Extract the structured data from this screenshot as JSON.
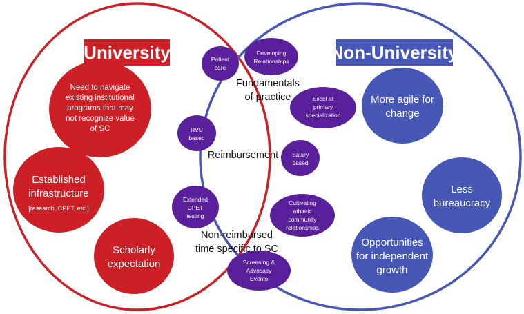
{
  "colors": {
    "university": "#cc1f26",
    "non_university": "#4757b5",
    "shared": "#5a1f9a",
    "text_dark": "#111111",
    "text_light": "#ffffff"
  },
  "university": {
    "title": "University",
    "items": [
      {
        "lines": [
          "Need to navigate",
          "existing institutional",
          "programs that may",
          "not recognize value",
          "of SC"
        ]
      },
      {
        "lines": [
          "Established",
          "infrastructure",
          "[research, CPET, etc.]"
        ]
      },
      {
        "lines": [
          "Scholarly",
          "expectation"
        ]
      }
    ]
  },
  "non_university": {
    "title": "Non-University",
    "items": [
      {
        "lines": [
          "More agile for",
          "change"
        ]
      },
      {
        "lines": [
          "Less",
          "bureaucracy"
        ]
      },
      {
        "lines": [
          "Opportunities",
          "for independent",
          "growth"
        ]
      }
    ]
  },
  "shared": {
    "categories": [
      {
        "lines": [
          "Fundamentals",
          "of practice"
        ]
      },
      {
        "lines": [
          "Reimbursement"
        ]
      },
      {
        "lines": [
          "Non-reimbursed",
          "time specific to SC"
        ]
      }
    ],
    "bubbles": [
      {
        "lines": [
          "Patient",
          "care"
        ]
      },
      {
        "lines": [
          "Developing",
          "Relationships"
        ]
      },
      {
        "lines": [
          "Excel at",
          "primary",
          "specialization"
        ]
      },
      {
        "lines": [
          "RVU",
          "based"
        ]
      },
      {
        "lines": [
          "Salary",
          "based"
        ]
      },
      {
        "lines": [
          "Extended",
          "CPET",
          "testing"
        ]
      },
      {
        "lines": [
          "Cultivating",
          "athletic",
          "community",
          "relationships"
        ]
      },
      {
        "lines": [
          "Screening &",
          "Advocacy",
          "Events"
        ]
      }
    ]
  }
}
